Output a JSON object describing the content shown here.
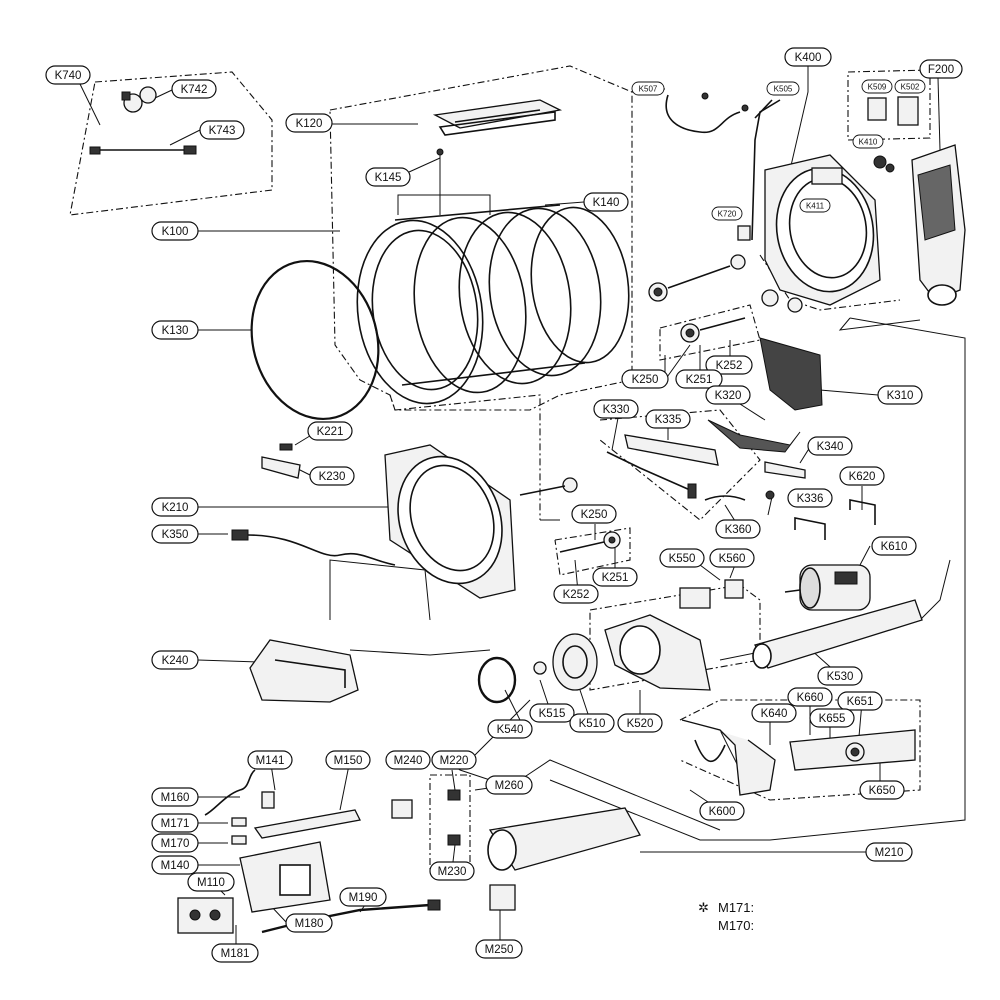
{
  "diagram": {
    "labels": {
      "K740": "K740",
      "K742": "K742",
      "K743": "K743",
      "K120": "K120",
      "K145": "K145",
      "K100": "K100",
      "K140": "K140",
      "K130": "K130",
      "K507": "K507",
      "K505": "K505",
      "K400": "K400",
      "K509": "K509",
      "K502": "K502",
      "K410": "K410",
      "K411": "K411",
      "K720": "K720",
      "F200": "F200",
      "K252a": "K252",
      "K250a": "K250",
      "K251a": "K251",
      "K310": "K310",
      "K320": "K320",
      "K330": "K330",
      "K335": "K335",
      "K340": "K340",
      "K336": "K336",
      "K360": "K360",
      "K620": "K620",
      "K610": "K610",
      "K221": "K221",
      "K230": "K230",
      "K210": "K210",
      "K350": "K350",
      "K250b": "K250",
      "K251b": "K251",
      "K252b": "K252",
      "K550": "K550",
      "K560": "K560",
      "K240": "K240",
      "K530": "K530",
      "K540": "K540",
      "K515": "K515",
      "K510": "K510",
      "K520": "K520",
      "K640": "K640",
      "K660": "K660",
      "K651": "K651",
      "K655": "K655",
      "K600": "K600",
      "K650": "K650",
      "M141": "M141",
      "M150": "M150",
      "M240": "M240",
      "M220": "M220",
      "M260": "M260",
      "M160": "M160",
      "M171": "M171",
      "M170": "M170",
      "M140": "M140",
      "M110": "M110",
      "M180": "M180",
      "M190": "M190",
      "M181": "M181",
      "M230": "M230",
      "M210": "M210",
      "M250": "M250"
    },
    "footnote": {
      "symbol": "✲",
      "line1": "M171:",
      "line2": "M170:"
    }
  }
}
